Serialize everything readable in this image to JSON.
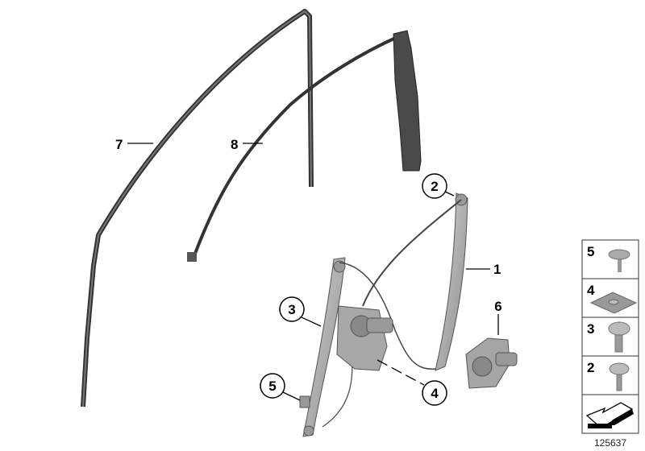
{
  "diagram": {
    "callouts": [
      {
        "id": "7",
        "label": "7"
      },
      {
        "id": "8",
        "label": "8"
      },
      {
        "id": "2",
        "label": "2"
      },
      {
        "id": "1",
        "label": "1"
      },
      {
        "id": "3",
        "label": "3"
      },
      {
        "id": "6",
        "label": "6"
      },
      {
        "id": "5",
        "label": "5"
      },
      {
        "id": "4",
        "label": "4"
      }
    ],
    "legend": {
      "items": [
        {
          "label": "5",
          "part": "flange-screw-icon"
        },
        {
          "label": "4",
          "part": "square-nut-plate-icon"
        },
        {
          "label": "3",
          "part": "oval-head-screw-icon"
        },
        {
          "label": "2",
          "part": "oval-head-screw-short-icon"
        }
      ],
      "orientation_icon": "direction-arrow-icon"
    },
    "image_number": "125637"
  }
}
